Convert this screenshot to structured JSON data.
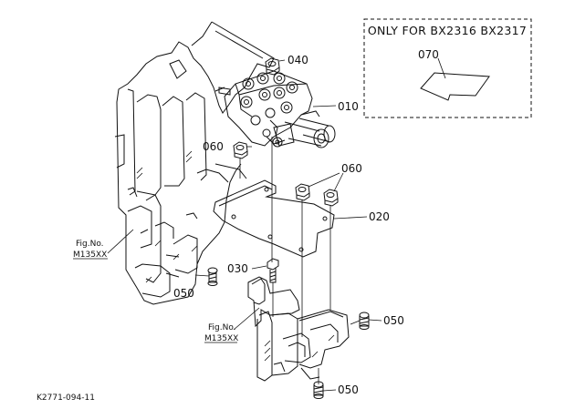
{
  "box": {
    "title": "ONLY FOR BX2316 BX2317",
    "part": "070"
  },
  "callouts": {
    "p040": "040",
    "p010": "010",
    "p060a": "060",
    "p060b": "060",
    "p020": "020",
    "p030": "030",
    "p050a": "050",
    "p050b": "050",
    "p050c": "050"
  },
  "figrefs": {
    "ref1_line1": "Fig.No.",
    "ref1_line2": "M135XX",
    "ref2_line1": "Fig.No.",
    "ref2_line2": "M135XX"
  },
  "footer": {
    "code": "K2771-094-11"
  }
}
